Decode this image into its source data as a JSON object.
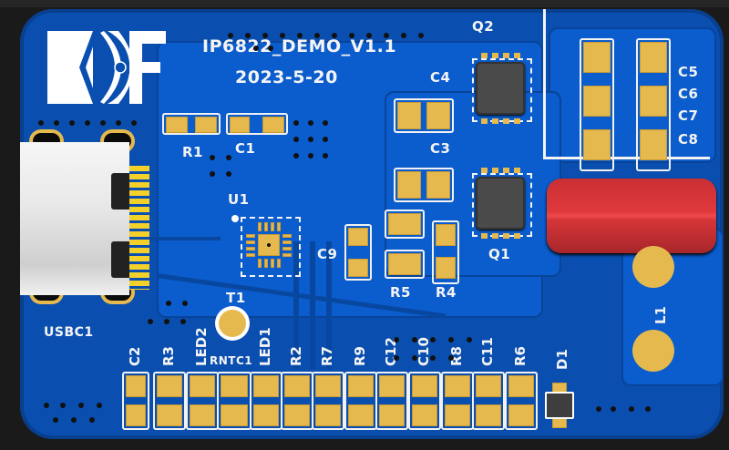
{
  "board": {
    "logo_text": "KOF",
    "title": "IP6822_DEMO_V1.1",
    "date": "2023-5-20"
  },
  "designators": {
    "R1": "R1",
    "C1": "C1",
    "U1": "U1",
    "T1": "T1",
    "C9": "C9",
    "C3": "C3",
    "C4": "C4",
    "Q1": "Q1",
    "Q2": "Q2",
    "C5": "C5",
    "C6": "C6",
    "C7": "C7",
    "C8": "C8",
    "R4": "R4",
    "R5": "R5",
    "L1": "L1",
    "D1": "D1",
    "USBC1": "USBC1"
  },
  "bottom_row": [
    {
      "ref": "C2"
    },
    {
      "ref": "R3"
    },
    {
      "ref": "LED2"
    },
    {
      "ref": "RNTC1"
    },
    {
      "ref": "LED1"
    },
    {
      "ref": "R2"
    },
    {
      "ref": "R7"
    },
    {
      "ref": "R9"
    },
    {
      "ref": "C12"
    },
    {
      "ref": "C10"
    },
    {
      "ref": "R8"
    },
    {
      "ref": "C11"
    },
    {
      "ref": "R6"
    }
  ],
  "colors": {
    "board": "#0a4fb0",
    "pad": "#e6b94f",
    "silkscreen": "#f4f4f4",
    "capacitor_body": "#d63638",
    "ic_body": "#4a4a4a"
  }
}
